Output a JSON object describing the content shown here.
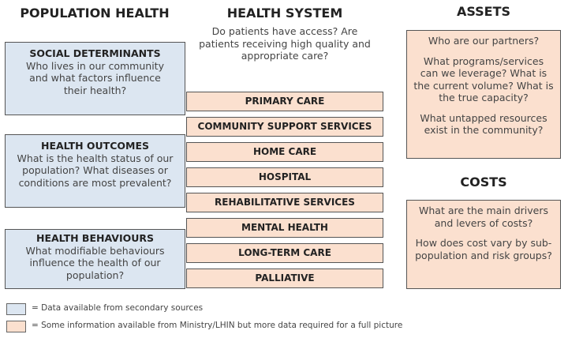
{
  "columns": {
    "population": "POPULATION HEALTH",
    "system": "HEALTH SYSTEM",
    "assets": "ASSETS",
    "costs": "COSTS"
  },
  "population_boxes": [
    {
      "title": "SOCIAL DETERMINANTS",
      "text": "Who lives in our community and what factors influence their health?"
    },
    {
      "title": "HEALTH OUTCOMES",
      "text": "What is the health status of our population? What diseases or conditions are most prevalent?"
    },
    {
      "title": "HEALTH BEHAVIOURS",
      "text": "What modifiable behaviours influence the health of our population?"
    }
  ],
  "system_question": "Do patients have access? Are patients receiving high quality and appropriate care?",
  "system_items": [
    "PRIMARY CARE",
    "COMMUNITY SUPPORT SERVICES",
    "HOME CARE",
    "HOSPITAL",
    "REHABILITATIVE SERVICES",
    "MENTAL HEALTH",
    "LONG-TERM CARE",
    "PALLIATIVE"
  ],
  "assets_questions": [
    "Who are our partners?",
    "What programs/services can we leverage? What is the current volume? What is the true capacity?",
    "What untapped resources exist in the community?"
  ],
  "costs_questions": [
    "What are the main drivers and levers of costs?",
    "How does cost vary by sub-population and risk groups?"
  ],
  "legend": [
    {
      "color": "#dce6f1",
      "label": "= Data available from secondary sources"
    },
    {
      "color": "#fbe0cf",
      "label": "= Some information available from Ministry/LHIN but more data required for a full picture"
    }
  ]
}
